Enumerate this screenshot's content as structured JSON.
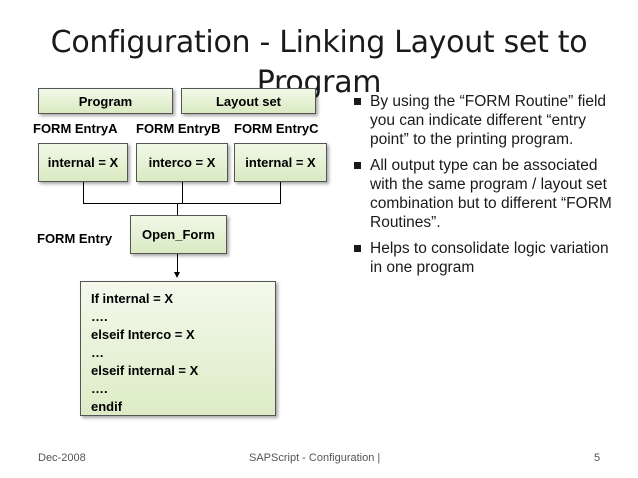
{
  "slide": {
    "title": "Configuration - Linking Layout set to Program"
  },
  "diagram": {
    "program_label": "Program",
    "layout_set_label": "Layout set",
    "form_labels": [
      "FORM  EntryA",
      "FORM EntryB",
      "FORM EntryC"
    ],
    "conditions": [
      "internal = X",
      "interco = X",
      "internal = X"
    ],
    "form_entry_label": "FORM  Entry",
    "open_form_label": "Open_Form",
    "code_lines": [
      "If internal = X",
      "….",
      "elseif Interco = X",
      "…",
      "elseif internal = X",
      "….",
      "endif"
    ]
  },
  "bullets": [
    "By using the “FORM Routine” field you can indicate different “entry point” to the printing program.",
    "All output type can be associated with the same program / layout set combination but to different “FORM Routines”.",
    "Helps to consolidate logic variation in one program"
  ],
  "footer": {
    "date": "Dec-2008",
    "center": "SAPScript - Configuration |",
    "page": "5"
  }
}
